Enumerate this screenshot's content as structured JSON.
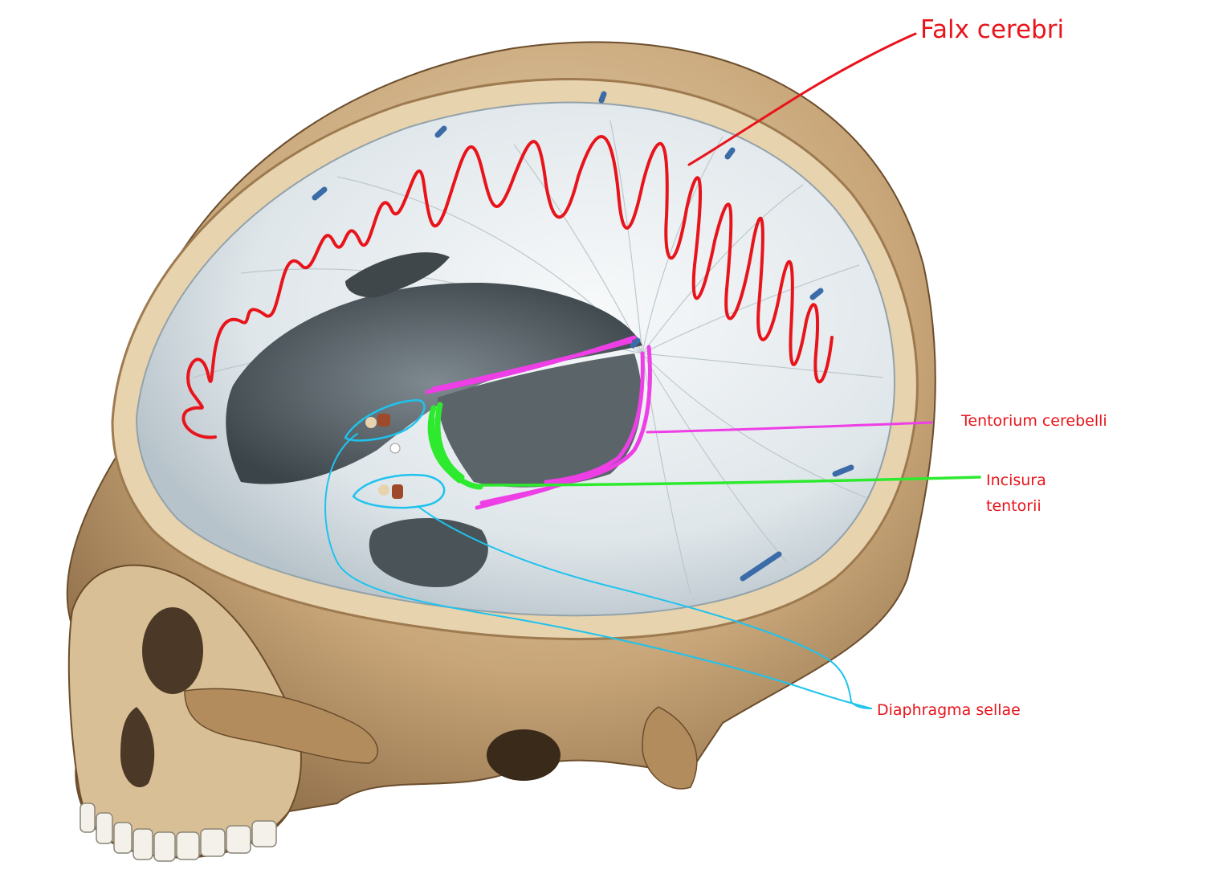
{
  "labels": {
    "falx_cerebri": "Falx cerebri",
    "tentorium_cerebelli": "Tentorium cerebelli",
    "incisura_line1": "Incisura",
    "incisura_line2": "tentorii",
    "diaphragma_sellae": "Diaphragma sellae"
  },
  "colors": {
    "falx_annotation": "#e8141b",
    "tentorium_annotation": "#ee3ee6",
    "incisura_annotation": "#2eea2e",
    "diaphragma_annotation": "#1ec3ee",
    "label_text": "#e8141b",
    "bone": "#c8a679",
    "bone_light": "#ead7b6",
    "dura": "#e6ebee",
    "cavity_dark": "#4b5459"
  }
}
